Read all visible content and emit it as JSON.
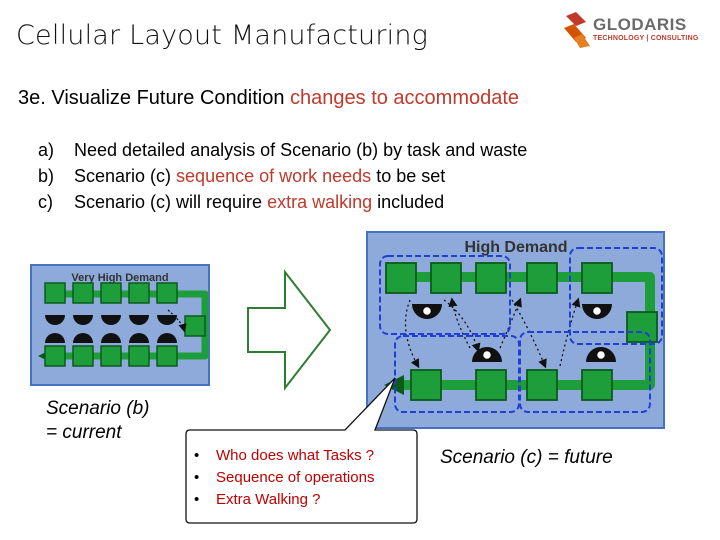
{
  "title": "Cellular Layout Manufacturing",
  "logo": {
    "word": "GLODARIS",
    "tagline": "TECHNOLOGY | CONSULTING"
  },
  "subtitle": {
    "part1": "3e. Visualize Future Condition ",
    "part2": "changes to accommodate"
  },
  "list": [
    {
      "marker": "a)",
      "segments": [
        {
          "text": "Need detailed analysis of Scenario (b) by task and waste",
          "highlight": false
        }
      ]
    },
    {
      "marker": "b)",
      "segments": [
        {
          "text": "Scenario (c) ",
          "highlight": false
        },
        {
          "text": "sequence of work needs",
          "highlight": true
        },
        {
          "text": " to be set",
          "highlight": false
        }
      ]
    },
    {
      "marker": "c)",
      "segments": [
        {
          "text": "Scenario (c) will require ",
          "highlight": false
        },
        {
          "text": "extra walking",
          "highlight": true
        },
        {
          "text": " included",
          "highlight": false
        }
      ]
    }
  ],
  "diagram_left": {
    "title": "Very High Demand"
  },
  "diagram_right": {
    "title": "High Demand"
  },
  "labels": {
    "scenario_b_line1": "Scenario (b)",
    "scenario_b_line2": "= current",
    "scenario_c": "Scenario (c) = future"
  },
  "callout": {
    "bullet": "•",
    "items": [
      "Who does what Tasks ?",
      "Sequence of operations",
      "Extra Walking ?"
    ]
  },
  "colors": {
    "panel": "#8eaadb",
    "panel_border": "#4472c4",
    "station": "#1e9e3a",
    "station_border": "#0b5a1c",
    "highlight": "#c0392b",
    "callout_text": "#c00000",
    "dashed_box": "#1f3fd6",
    "arrow_outline": "#2e7d32"
  }
}
